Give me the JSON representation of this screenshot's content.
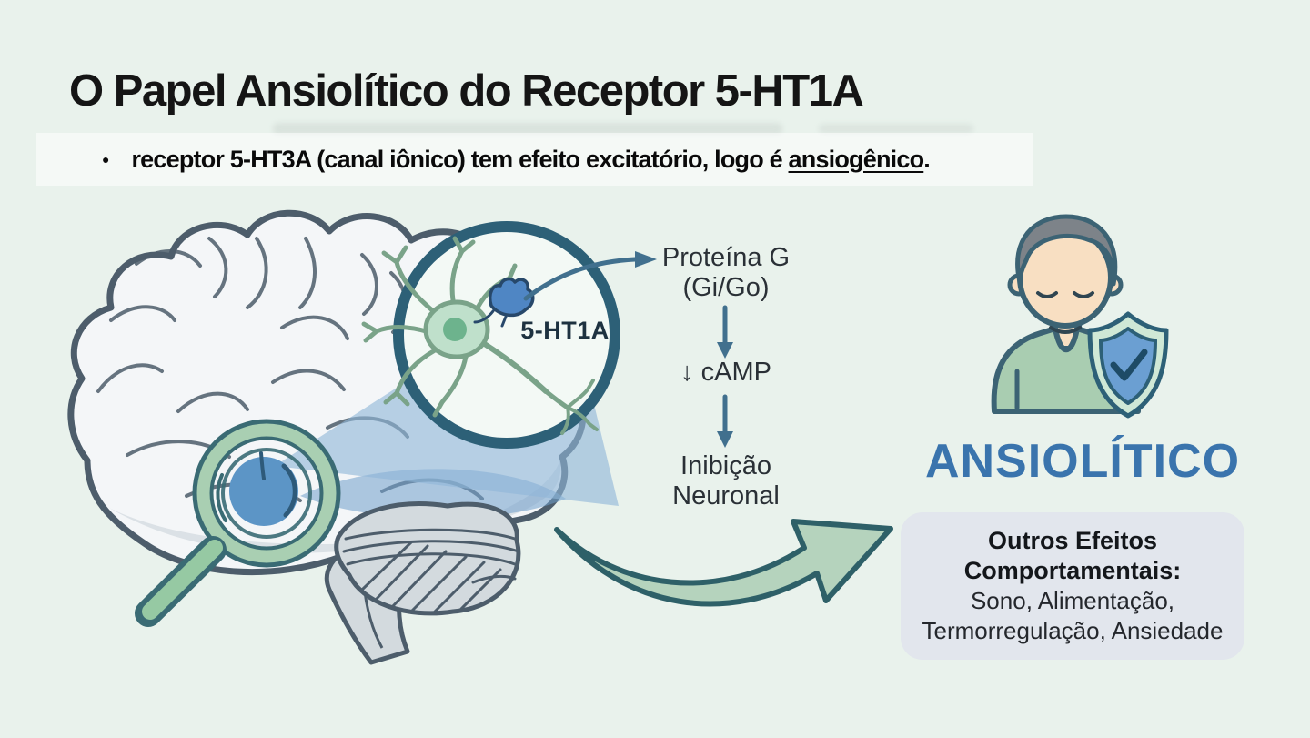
{
  "slide": {
    "title": "O Papel Ansiolítico do Receptor 5-HT1A",
    "bullet": {
      "marker": "●",
      "text_before": "receptor 5-HT3A (canal iônico) tem efeito excitatório, logo é ",
      "text_underlined": "ansiogênico",
      "text_after": "."
    }
  },
  "pathway": {
    "receptor_label": "5-HT1A",
    "step1_line1": "Proteína G",
    "step1_line2": "(Gi/Go)",
    "step2": "↓ cAMP",
    "step3_line1": "Inibição",
    "step3_line2": "Neuronal"
  },
  "outcome": {
    "heading": "ANSIOLÍTICO",
    "box": {
      "title_line1": "Outros Efeitos",
      "title_line2": "Comportamentais:",
      "body_line1": "Sono, Alimentação,",
      "body_line2": "Termorregulação, Ansiedade"
    }
  },
  "icons": {
    "brain": "brain-illustration",
    "magnifier": "magnifier-icon",
    "highlighted_region": "hippocampus-spot",
    "inset": "neuron-inset-circle",
    "neuron": "neuron-icon",
    "receptor": "receptor-ligand-icon",
    "pathway_arrows": "flow-arrow-icon",
    "big_arrow": "curved-green-arrow-icon",
    "person": "calm-person-icon",
    "shield": "shield-check-icon"
  },
  "colors": {
    "background": "#e9f2ec",
    "title_text": "#151515",
    "bullet_text": "#0a0a0a",
    "highlight_band": "#ffffff",
    "brain_outline": "#4d5d6b",
    "brain_fill": "#f4f6f8",
    "beam_blue": "#8fb6d8",
    "spot_blue": "#5c95c6",
    "magnifier_green": "#a9cfb2",
    "inset_ring_teal": "#2d6077",
    "neuron_green": "#bfe0cb",
    "receptor_blue": "#4f86c4",
    "pathway_arrow": "#41708e",
    "pathway_text": "#2a3036",
    "anxiolytic_blue": "#3a74ad",
    "big_arrow_green": "#b5d3bd",
    "effects_box_bg": "#e2e6ed",
    "person_shirt": "#a9cdb1",
    "person_skin": "#f8dfc2",
    "person_hair": "#7d8389",
    "shield_outer": "#cfe8d6",
    "shield_inner": "#6b9fd2"
  }
}
